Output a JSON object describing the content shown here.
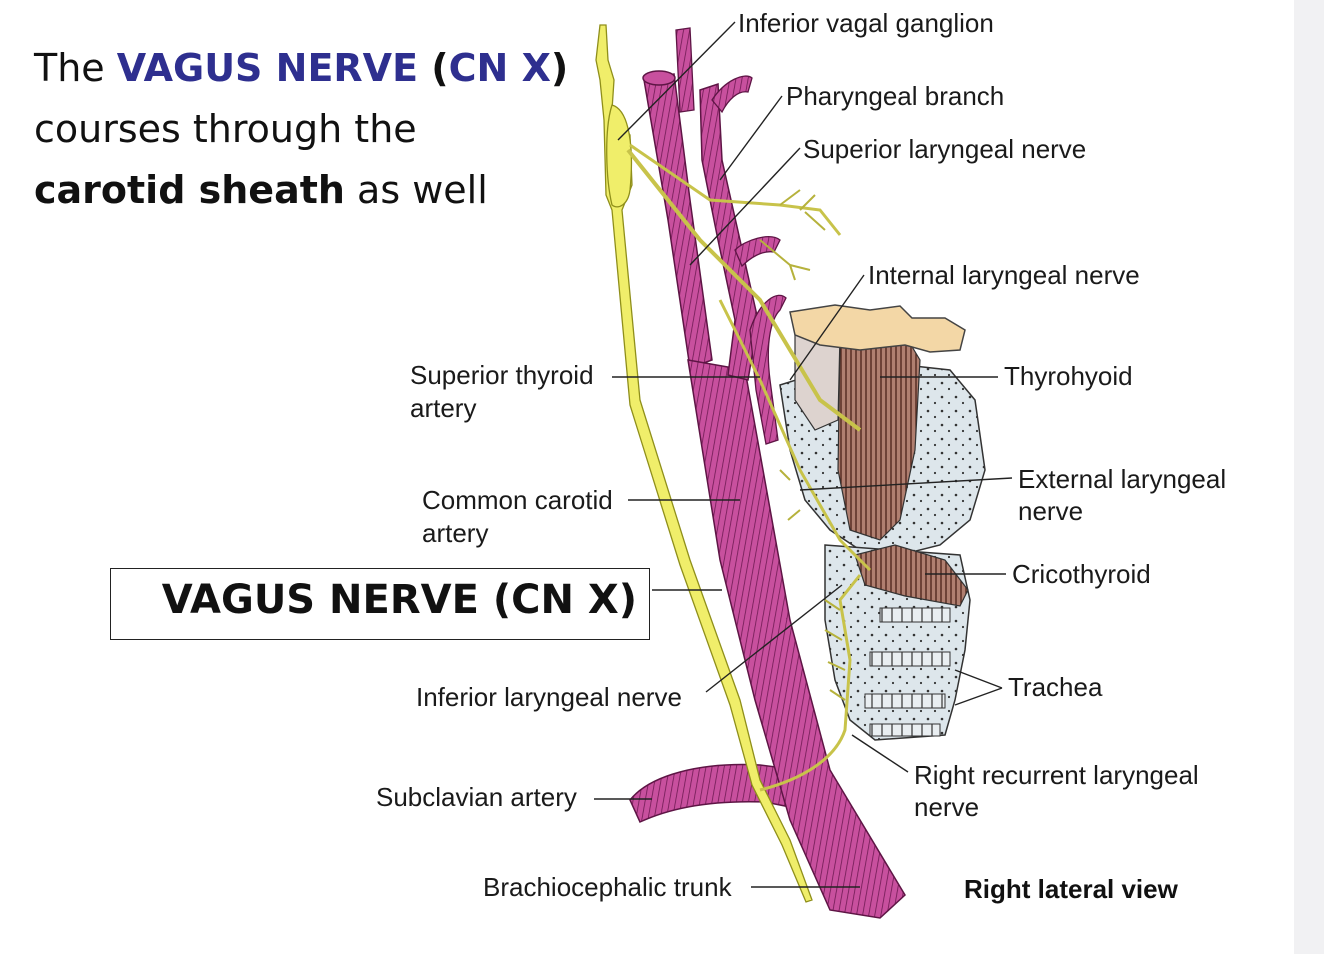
{
  "headline": {
    "part1": "The ",
    "highlight": "VAGUS NERVE",
    "part2": " (",
    "abbr": "CN X",
    "part3": ")",
    "line2": "courses through the",
    "bold": "carotid sheath",
    "line3_rest": " as well"
  },
  "callout": {
    "text": "VAGUS NERVE (CN X)"
  },
  "labels": {
    "inferior_vagal_ganglion": "Inferior vagal ganglion",
    "pharyngeal_branch": "Pharyngeal branch",
    "superior_laryngeal_nerve": "Superior laryngeal nerve",
    "internal_laryngeal_nerve": "Internal laryngeal nerve",
    "thyrohyoid": "Thyrohyoid",
    "superior_thyroid_artery_1": "Superior thyroid",
    "superior_thyroid_artery_2": "artery",
    "common_carotid_artery_1": "Common carotid",
    "common_carotid_artery_2": "artery",
    "external_laryngeal_nerve_1": "External laryngeal",
    "external_laryngeal_nerve_2": "nerve",
    "cricothyroid": "Cricothyroid",
    "inferior_laryngeal_nerve": "Inferior laryngeal nerve",
    "trachea": "Trachea",
    "right_recurrent_laryngeal_nerve_1": "Right recurrent laryngeal",
    "right_recurrent_laryngeal_nerve_2": "nerve",
    "subclavian_artery": "Subclavian artery",
    "brachiocephalic_trunk": "Brachiocephalic trunk",
    "view": "Right lateral view"
  },
  "colors": {
    "artery": "#c8509e",
    "artery_dark": "#7a1f5c",
    "nerve": "#f0ee6a",
    "nerve_outline": "#9a9a20",
    "cartilage": "#dfe7ec",
    "muscle": "#a9796c",
    "hyoid": "#f3d7a6",
    "headline_accent": "#2e2f8f"
  }
}
